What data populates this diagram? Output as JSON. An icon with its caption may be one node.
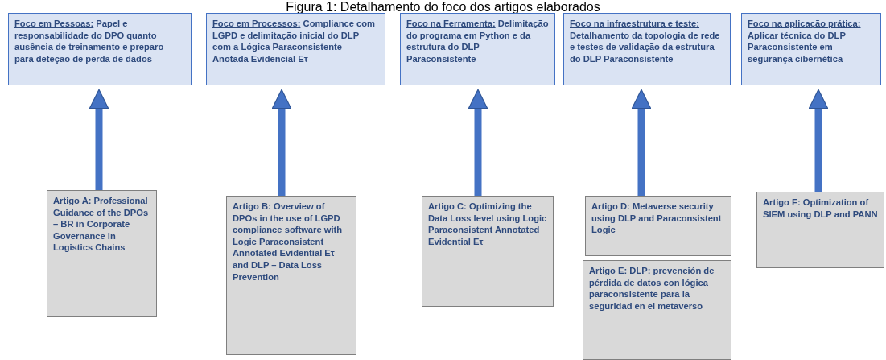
{
  "diagram": {
    "title": "Figura 1: Detalhamento do foco dos artigos elaborados",
    "nodes": [
      {
        "text": [
          "Foco em Pessoas:",
          "Papel e responsabilidade do DPO quanto ausência de treinamento e preparo para deteção de perda de dados"
        ]
      },
      {
        "text": [
          "Foco em Processos:",
          "Compliance com LGPD e delimitação inicial do DLP com a Lógica Paraconsistente Anotada Evidencial Eτ"
        ]
      },
      {
        "text": [
          "Foco na Ferramenta:",
          "Delimitação do programa em Python e da estrutura do DLP Paraconsistente"
        ]
      },
      {
        "text": [
          "Foco na infraestrutura e teste:",
          "Detalhamento da topologia de rede e testes de validação da estrutura do DLP Paraconsistente"
        ]
      },
      {
        "text": [
          "Foco na aplicação prática:",
          "Aplicar técnica do DLP Paraconsistente em segurança cibernética"
        ]
      },
      {
        "text": [
          "Artigo A: Professional Guidance of the DPOs – BR in Corporate Governance in Logistics Chains"
        ]
      },
      {
        "text": [
          "Artigo B: Overview of DPOs in the use of LGPD compliance software with Logic Paraconsistent Annotated Evidential Eτ and DLP – Data Loss Prevention"
        ]
      },
      {
        "text": [
          "Artigo C: Optimizing the Data Loss level using Logic Paraconsistent Annotated Evidential Eτ"
        ]
      },
      {
        "text": [
          "Artigo D: Metaverse security using DLP and Paraconsistent Logic"
        ]
      },
      {
        "text": [
          "Artigo E: DLP: prevención de pérdida de datos con lógica paraconsistente para la seguridad en el metaverso"
        ]
      },
      {
        "text": [
          "Artigo F: Optimization of SIEM using DLP and PANN"
        ]
      }
    ],
    "edges": [
      {
        "from": 5,
        "to": 0,
        "arrow": "to"
      },
      {
        "from": 6,
        "to": 1,
        "arrow": "to"
      },
      {
        "from": 7,
        "to": 2,
        "arrow": "to"
      },
      {
        "from": 8,
        "to": 3,
        "arrow": "to"
      },
      {
        "from": 10,
        "to": 4,
        "arrow": "to"
      }
    ]
  }
}
